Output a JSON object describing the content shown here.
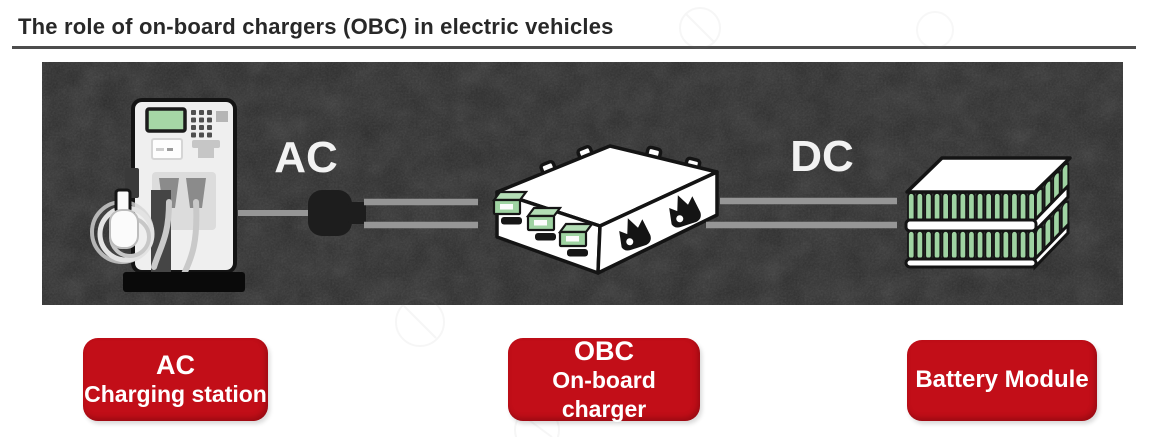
{
  "title": {
    "text": "The role of on-board chargers (OBC) in electric vehicles"
  },
  "banner": {
    "ac_label": "AC",
    "dc_label": "DC",
    "icons": [
      "charging-station-icon",
      "ac-plug-icon",
      "obc-box-icon",
      "battery-module-icon"
    ]
  },
  "badges": {
    "ac": {
      "title": "AC",
      "subtitle": "Charging station"
    },
    "obc": {
      "title": "OBC",
      "subtitle": "On-board charger"
    },
    "battery": {
      "title": "Battery Module"
    }
  },
  "colors": {
    "badge_red": "#c20e18",
    "banner_background": "#2b2b2b",
    "battery_cell_green": "#9fd3a2",
    "screen_green": "#a6d7a6",
    "connector_green": "#9fd3a2",
    "wire_gray": "#969696",
    "title_text": "#282828",
    "label_text": "#f2f2f2"
  }
}
